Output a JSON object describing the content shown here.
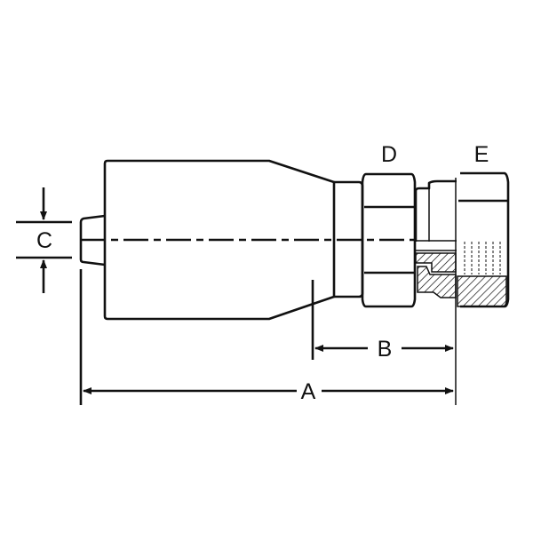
{
  "diagram": {
    "labels": {
      "a": "A",
      "b": "B",
      "c": "C",
      "d": "D",
      "e": "E"
    },
    "line_color": "#111111"
  }
}
